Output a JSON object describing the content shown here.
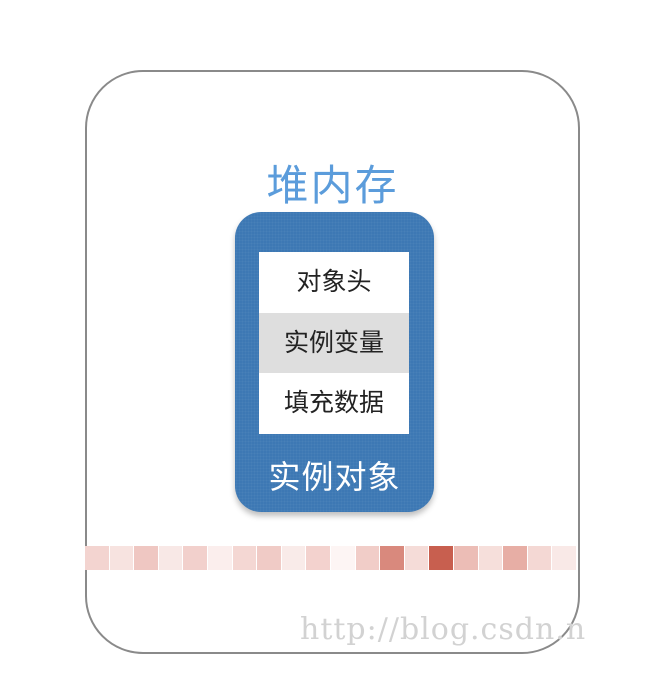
{
  "heap": {
    "title": "堆内存"
  },
  "instance_object": {
    "label": "实例对象",
    "fields": [
      "对象头",
      "实例变量",
      "填充数据"
    ]
  },
  "colors": {
    "heap_border": "#8a8a8a",
    "heap_title": "#5b9cdb",
    "object_fill": "#3d78b4",
    "field_alt_fill": "#dedede"
  },
  "watermark": "http://blog.csdn.n"
}
